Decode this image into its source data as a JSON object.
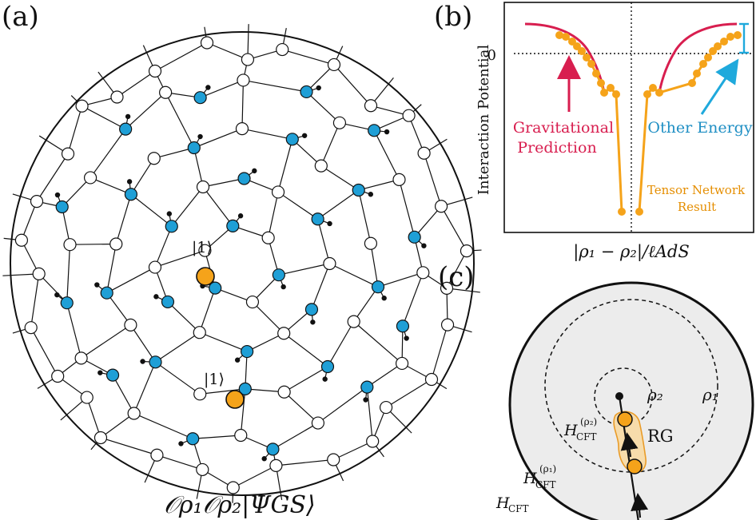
{
  "panels": {
    "a": {
      "tag": "(a)",
      "caption": "𝒪ρ₁𝒪ρ₂|ΨGS⟩",
      "ket_upper": "|1⟩",
      "ket_lower": "|1⟩"
    },
    "b": {
      "tag": "(b)",
      "ylabel": "Interaction Potential",
      "xlabel": "|ρ₁ − ρ₂|/ℓAdS",
      "zero_label": "0",
      "grav_label_1": "Gravitational",
      "grav_label_2": "Prediction",
      "other_energy": "Other Energy",
      "tn_label_1": "Tensor Network",
      "tn_label_2": "Result"
    },
    "c": {
      "tag": "(c)",
      "rho2": "ρ₂",
      "rho1": "ρ₁",
      "rg": "RG",
      "h_rho2": "H_CFT^(ρ₂)",
      "h_rho1": "H_CFT^(ρ₁)",
      "h_cft": "H_CFT"
    }
  },
  "colors": {
    "blue_node": "#1f9fd6",
    "orange_node": "#f5a31a",
    "crimson": "#d81e4f",
    "sky": "#1fa9dc",
    "disk_fill": "#ececec"
  }
}
